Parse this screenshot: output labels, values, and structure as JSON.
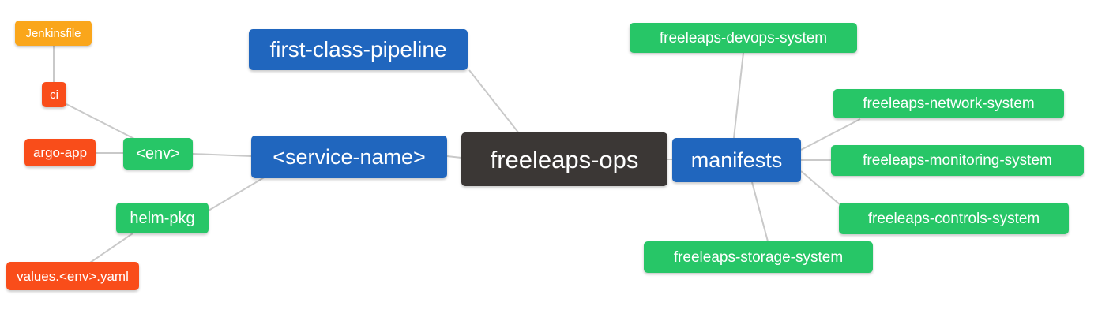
{
  "diagram_title": "freeleaps-ops repository mind map",
  "edge_color": "#c9c9c9",
  "colors": {
    "orange": "#FAA61B",
    "red": "#F94D1A",
    "green": "#27C667",
    "blue": "#2066BE",
    "dark": "#3B3735",
    "text": "#ffffff",
    "background": "#ffffff"
  },
  "nodes": {
    "jenkinsfile": {
      "label": "Jenkinsfile",
      "color": "#FAA61B"
    },
    "ci": {
      "label": "ci",
      "color": "#F94D1A"
    },
    "argo_app": {
      "label": "argo-app",
      "color": "#F94D1A"
    },
    "env": {
      "label": "<env>",
      "color": "#27C667"
    },
    "first_class_pipeline": {
      "label": "first-class-pipeline",
      "color": "#2066BE"
    },
    "service_name": {
      "label": "<service-name>",
      "color": "#2066BE"
    },
    "freeleaps_ops": {
      "label": "freeleaps-ops",
      "color": "#3B3735"
    },
    "helm_pkg": {
      "label": "helm-pkg",
      "color": "#27C667"
    },
    "values_env_yaml": {
      "label": "values.<env>.yaml",
      "color": "#F94D1A"
    },
    "manifests": {
      "label": "manifests",
      "color": "#2066BE"
    },
    "devops": {
      "label": "freeleaps-devops-system",
      "color": "#27C667"
    },
    "network": {
      "label": "freeleaps-network-system",
      "color": "#27C667"
    },
    "monitoring": {
      "label": "freeleaps-monitoring-system",
      "color": "#27C667"
    },
    "controls": {
      "label": "freeleaps-controls-system",
      "color": "#27C667"
    },
    "storage": {
      "label": "freeleaps-storage-system",
      "color": "#27C667"
    }
  },
  "edges": [
    {
      "from": "jenkinsfile",
      "to": "ci"
    },
    {
      "from": "ci",
      "to": "env"
    },
    {
      "from": "argo_app",
      "to": "env"
    },
    {
      "from": "env",
      "to": "service_name"
    },
    {
      "from": "helm_pkg",
      "to": "service_name"
    },
    {
      "from": "values_env_yaml",
      "to": "helm_pkg"
    },
    {
      "from": "first_class_pipeline",
      "to": "freeleaps_ops"
    },
    {
      "from": "service_name",
      "to": "freeleaps_ops"
    },
    {
      "from": "freeleaps_ops",
      "to": "manifests"
    },
    {
      "from": "manifests",
      "to": "devops"
    },
    {
      "from": "manifests",
      "to": "network"
    },
    {
      "from": "manifests",
      "to": "monitoring"
    },
    {
      "from": "manifests",
      "to": "controls"
    },
    {
      "from": "manifests",
      "to": "storage"
    }
  ]
}
